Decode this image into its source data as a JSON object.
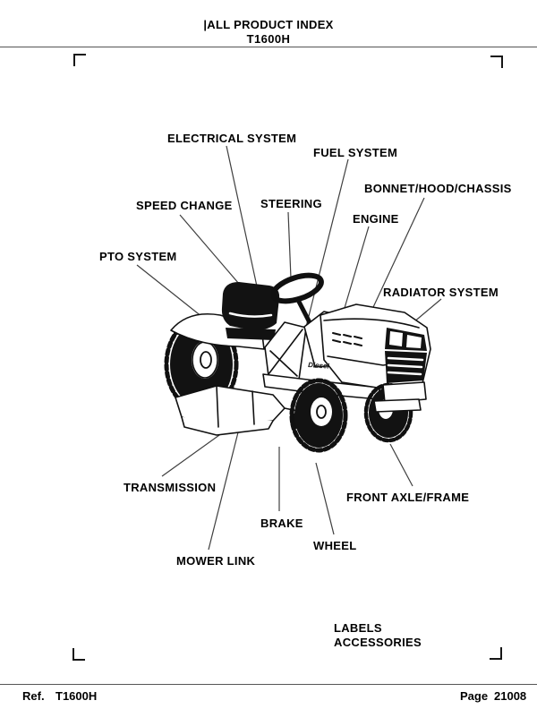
{
  "header": {
    "title": "|ALL PRODUCT INDEX",
    "model": "T1600H"
  },
  "footer": {
    "ref_label": "Ref.",
    "ref_value": "T1600H",
    "page_label": "Page",
    "page_value": "21008"
  },
  "diagram": {
    "subject": "riding-lawn-tractor",
    "hood_badge": "Diesel",
    "labels": [
      {
        "id": "electrical-system",
        "text": "ELECTRICAL SYSTEM"
      },
      {
        "id": "fuel-system",
        "text": "FUEL SYSTEM"
      },
      {
        "id": "bonnet-hood-chassis",
        "text": "BONNET/HOOD/CHASSIS"
      },
      {
        "id": "speed-change",
        "text": "SPEED CHANGE"
      },
      {
        "id": "steering",
        "text": "STEERING"
      },
      {
        "id": "engine",
        "text": "ENGINE"
      },
      {
        "id": "pto-system",
        "text": "PTO SYSTEM"
      },
      {
        "id": "radiator-system",
        "text": "RADIATOR SYSTEM"
      },
      {
        "id": "transmission",
        "text": "TRANSMISSION"
      },
      {
        "id": "front-axle-frame",
        "text": "FRONT AXLE/FRAME"
      },
      {
        "id": "brake",
        "text": "BRAKE"
      },
      {
        "id": "wheel",
        "text": "WHEEL"
      },
      {
        "id": "mower-link",
        "text": "MOWER LINK"
      },
      {
        "id": "labels",
        "text": "LABELS"
      },
      {
        "id": "accessories",
        "text": "ACCESSORIES"
      }
    ]
  },
  "colors": {
    "text": "#000000",
    "leader_line": "#3f3f3f",
    "rule": "#555555",
    "background": "#ffffff"
  }
}
